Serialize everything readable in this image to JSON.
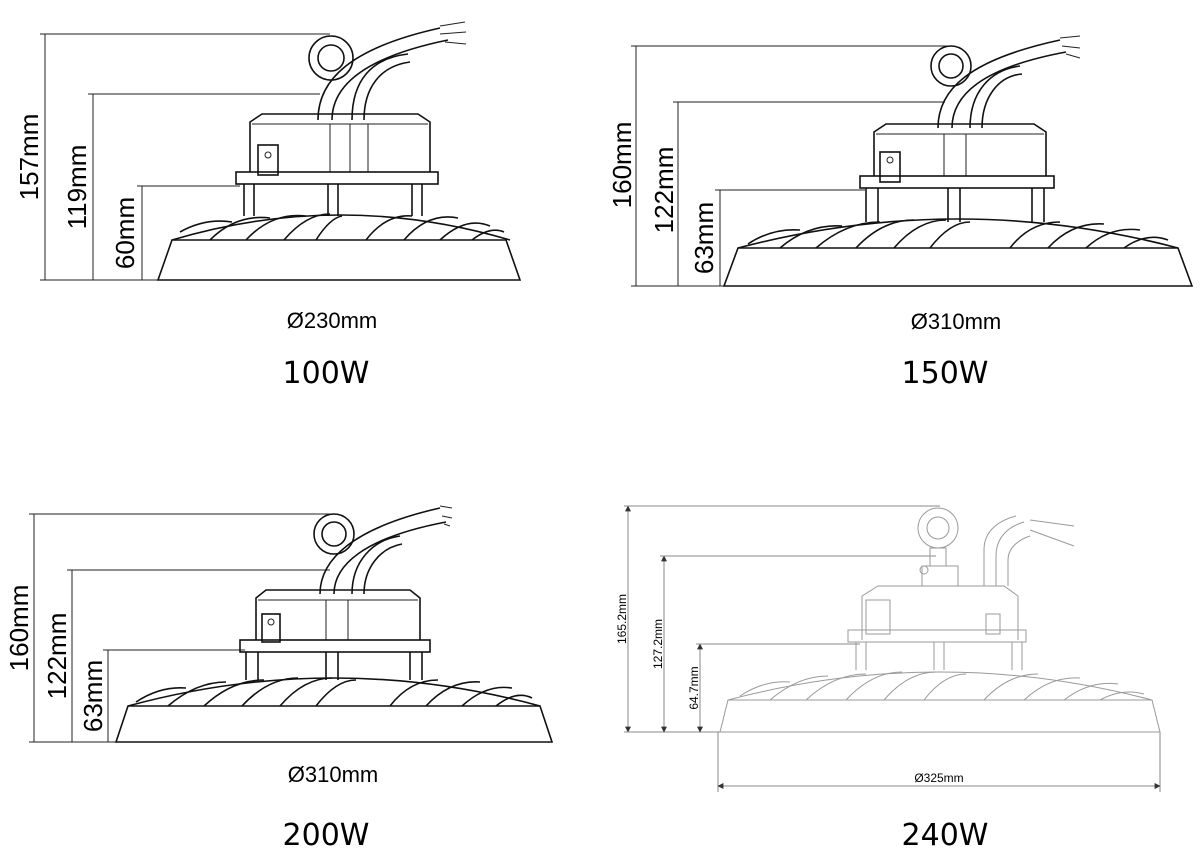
{
  "fixtures": [
    {
      "id": "f100",
      "power": "100W",
      "diameter": "Ø230mm",
      "overall_height": "157mm",
      "body_height": "119mm",
      "base_height": "60mm"
    },
    {
      "id": "f150",
      "power": "150W",
      "diameter": "Ø310mm",
      "overall_height": "160mm",
      "body_height": "122mm",
      "base_height": "63mm"
    },
    {
      "id": "f200",
      "power": "200W",
      "diameter": "Ø310mm",
      "overall_height": "160mm",
      "body_height": "122mm",
      "base_height": "63mm"
    },
    {
      "id": "f240",
      "power": "240W",
      "diameter": "Ø325mm",
      "overall_height": "165.2mm",
      "body_height": "127.2mm",
      "base_height": "64.7mm"
    }
  ]
}
